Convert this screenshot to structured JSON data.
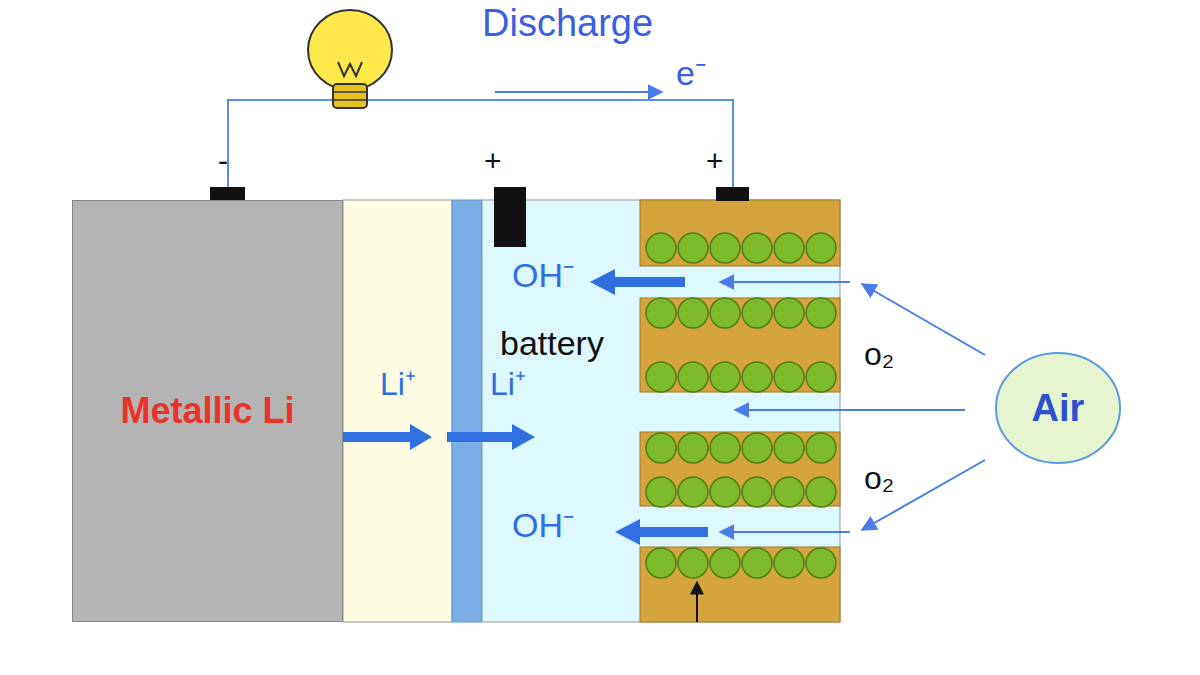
{
  "diagram": {
    "nodes": [
      {
        "text": [
          "Metallic Li"
        ]
      },
      {
        "text": [
          "Air"
        ]
      }
    ],
    "labels": [
      "Discharge",
      "e⁻",
      "-",
      "+",
      "+",
      "OH⁻",
      "battery",
      "o₂",
      "Li⁺",
      "Li⁺",
      "o₂",
      "OH⁻"
    ]
  }
}
